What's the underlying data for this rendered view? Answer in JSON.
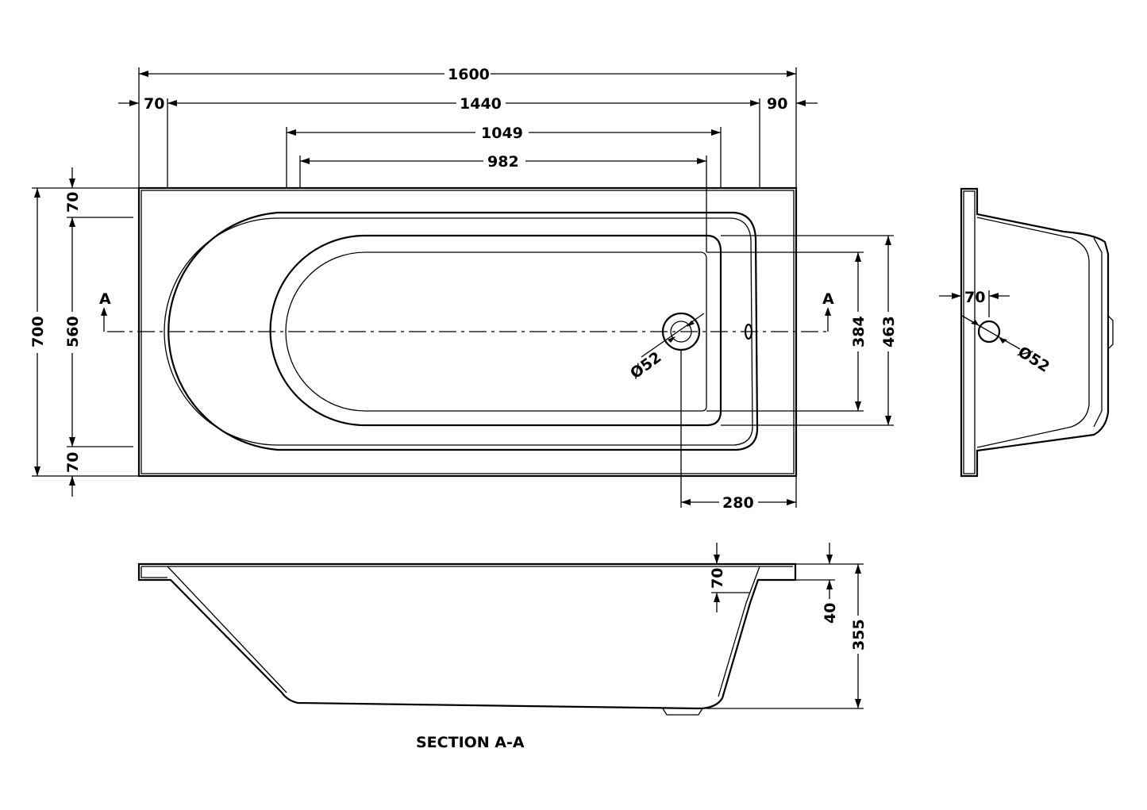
{
  "top_view": {
    "dims": {
      "overall_length": "1600",
      "left_rim": "70",
      "inner_length": "1440",
      "right_rim": "90",
      "base_outer_length": "1049",
      "base_inner_length": "982",
      "overall_width": "700",
      "top_rim": "70",
      "inner_width": "560",
      "bottom_rim": "70",
      "base_inner_width": "384",
      "base_outer_width": "463",
      "waste_diameter": "Ø52",
      "waste_offset": "280"
    },
    "section_marker_left": "A",
    "section_marker_right": "A"
  },
  "end_view": {
    "dims": {
      "waste_offset": "70",
      "waste_diameter": "Ø52"
    }
  },
  "section_view": {
    "title": "SECTION A-A",
    "dims": {
      "rim_drop": "70",
      "rim_thickness": "40",
      "overall_depth": "355"
    }
  }
}
